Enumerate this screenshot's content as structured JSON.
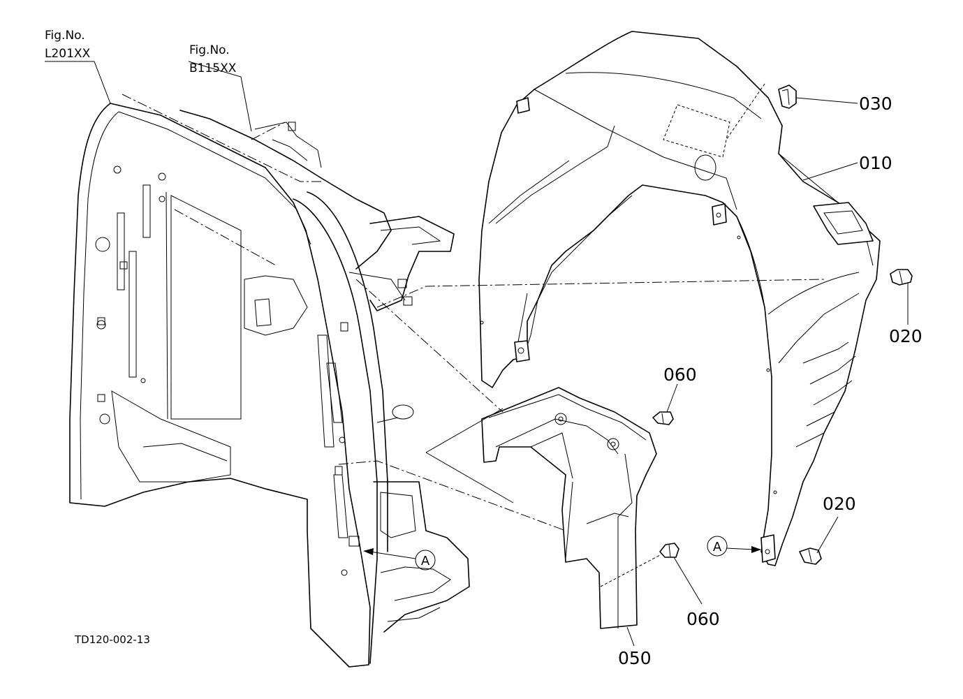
{
  "fig_refs": [
    {
      "line1": "Fig.No.",
      "line2": "L201XX"
    },
    {
      "line1": "Fig.No.",
      "line2": "B115XX"
    }
  ],
  "parts": {
    "p010": "010",
    "p020_right": "020",
    "p020_bottom": "020",
    "p030": "030",
    "p050": "050",
    "p060_top": "060",
    "p060_bottom": "060"
  },
  "callouts": {
    "left_a": "A",
    "right_a": "A"
  },
  "drawing_code": "TD120-002-13"
}
